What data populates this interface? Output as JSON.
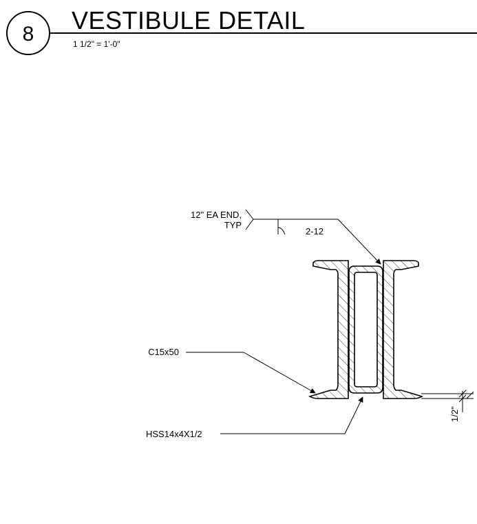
{
  "title_block": {
    "detail_number": "8",
    "title": "VESTIBULE DETAIL",
    "scale": "1 1/2\" = 1'-0\""
  },
  "callouts": {
    "weld_note_line1": "12\" EA END,",
    "weld_note_line2": "TYP",
    "weld_size": "2-12",
    "channel": "C15x50",
    "tube": "HSS14x4X1/2",
    "dimension": "1/2\""
  }
}
